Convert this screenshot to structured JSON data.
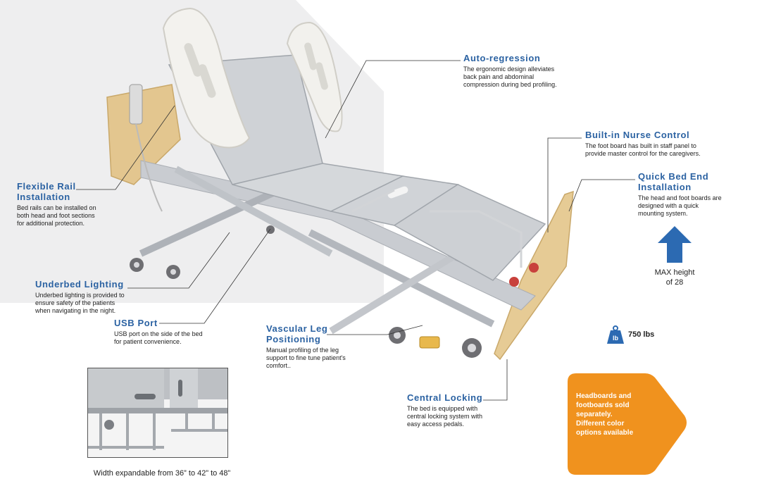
{
  "features": {
    "flexible_rail": {
      "title": "Flexible Rail\nInstallation",
      "desc": "Bed rails can be installed on\nboth head and foot sections\nfor additional protection."
    },
    "auto_regression": {
      "title": "Auto-regression",
      "desc": "The ergonomic design alleviates\nback pain and abdominal\ncompression during bed profiling."
    },
    "nurse_control": {
      "title": "Built-in Nurse Control",
      "desc": "The foot board has built in staff panel to\nprovide master control for the caregivers."
    },
    "quick_bed_end": {
      "title": "Quick Bed End\nInstallation",
      "desc": "The head and foot boards are\ndesigned with a quick\nmounting system."
    },
    "underbed_lighting": {
      "title": "Underbed Lighting",
      "desc": "Underbed lighting is provided to\nensure safety of the patients\nwhen navigating in the night."
    },
    "usb_port": {
      "title": "USB Port",
      "desc": "USB port on the side of the bed\nfor patient convenience."
    },
    "vascular_leg": {
      "title": "Vascular Leg\nPositioning",
      "desc": "Manual profiling of the leg\nsupport to fine tune patient's\ncomfort.."
    },
    "central_locking": {
      "title": "Central Locking",
      "desc": "The bed is equipped with\ncentral locking system with\neasy access pedals."
    }
  },
  "specs": {
    "max_height": "MAX height\nof 28",
    "weight_icon_label": "lb",
    "weight": "750 lbs"
  },
  "badge": {
    "text": "Headboards and\nfootboards sold\nseparately.\nDifferent color\noptions available"
  },
  "inset": {
    "caption": "Width expandable from 36” to 42” to 48”"
  },
  "colors": {
    "accent_blue": "#2b62a2",
    "badge_orange": "#f0921e"
  }
}
